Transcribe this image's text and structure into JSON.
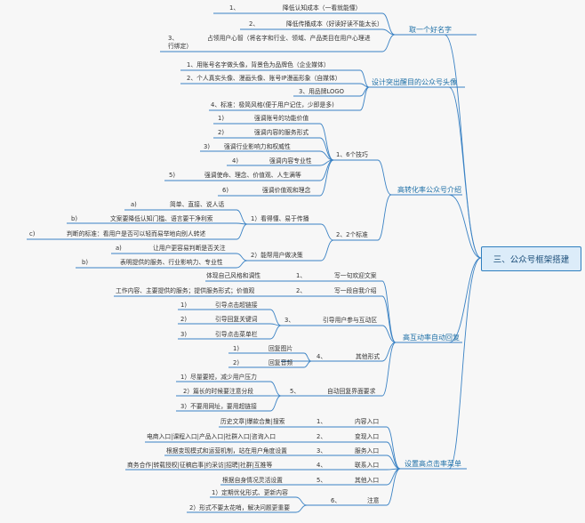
{
  "root": "三、公众号框架搭建",
  "categories": [
    {
      "label": "取一个好名字",
      "items": [
        {
          "num": "1、",
          "text": "降低认知成本（一看就能懂）"
        },
        {
          "num": "2、",
          "text": "降低传播成本（好读好读不能太长）"
        },
        {
          "num": "3、",
          "text": "占领用户心智（将名字和行业、领域、产品类目在用户心理进",
          "text2": "行绑定）"
        }
      ]
    },
    {
      "label": "设计突出醒目的公众号头像",
      "items": [
        "1、用账号名字做头像，背景色为品牌色（企业媒体）",
        "2、个人真实头像、漫画头像、账号IP漫画形象（自媒体）",
        "3、用品牌LOGO",
        "4、标准：极简风格(便于用户记住，少即是多)"
      ]
    },
    {
      "label": "高转化率公众号介绍",
      "groups": [
        {
          "label": "1、6个技巧",
          "items": [
            {
              "num": "1)",
              "text": "强调账号的功能价值"
            },
            {
              "num": "2)",
              "text": "强调内容的服务形式"
            },
            {
              "num": "3)",
              "text": "强调行业影响力和权威性"
            },
            {
              "num": "4)",
              "text": "强调内容专业性"
            },
            {
              "num": "5)",
              "text": "强调使命、理念、价值观、人生满等"
            },
            {
              "num": "6)",
              "text": "强调价值观和理念"
            }
          ]
        },
        {
          "label": "2、2个标准",
          "sub": [
            {
              "label": "1）看得懂、易于传播",
              "items": [
                {
                  "num": "a)",
                  "text": "简单、直接、说人话"
                },
                {
                  "num": "b)",
                  "text": "文案要降低认知门槛、语言要干净利索"
                },
                {
                  "num": "c)",
                  "text": "判断的标准：看用户是否可以轻而易举地向别人转述"
                }
              ]
            },
            {
              "label": "2）能帮用户做决策",
              "items": [
                {
                  "num": "a)",
                  "text": "让用户更容易判断是否关注"
                },
                {
                  "num": "b)",
                  "text": "表明提供的服务、行业影响力、专业性"
                }
              ]
            }
          ]
        }
      ]
    },
    {
      "label": "高互动率自动回复",
      "groups": [
        {
          "label": "1、",
          "label2": "写一句欢迎文案",
          "items": [
            {
              "text": "体现自己风格和调性"
            }
          ]
        },
        {
          "label": "2、",
          "label2": "写一段自我介绍",
          "items": [
            {
              "text": "工作内容、主要提供的服务；提供服务形式；价值观"
            }
          ]
        },
        {
          "label": "3、",
          "label2": "引导用户参与互动区",
          "items": [
            {
              "num": "1)",
              "text": "引导点击超链接"
            },
            {
              "num": "2)",
              "text": "引导回复关键词"
            },
            {
              "num": "3)",
              "text": "引导点击菜单栏"
            }
          ]
        },
        {
          "label": "4、",
          "label2": "其他形式",
          "items": [
            {
              "num": "1)",
              "text": "回复图片"
            },
            {
              "num": "2)",
              "text": "回复音频"
            }
          ]
        },
        {
          "label": "5、",
          "label2": "自动回复界面要求",
          "items": [
            {
              "text": "1）尽量要短，减少用户压力"
            },
            {
              "text": "2）篇长的时候要注意分段"
            },
            {
              "text": "3）不要用网址，要用超链接"
            }
          ]
        }
      ]
    },
    {
      "label": "设置高点击率菜单",
      "groups": [
        {
          "label": "1、",
          "label2": "内容入口",
          "text": "历史文章|爆款合集|搜索"
        },
        {
          "label": "2、",
          "label2": "变现入口",
          "text": "电商入口|课程入口|产品入口|社群入口|咨询入口"
        },
        {
          "label": "3、",
          "label2": "服务入口",
          "text": "根据变现模式和运营机制，站在用户角度设置"
        },
        {
          "label": "4、",
          "label2": "联系入口",
          "text": "商务合作|转载授权|征稿启事|约采访|招聘|社群|互推等"
        },
        {
          "label": "5、",
          "label2": "其他入口",
          "text": "根据自身情况灵活设置"
        },
        {
          "label": "6、",
          "label2": "注意",
          "items": [
            {
              "text": "1）定期优化形式、更新内容"
            },
            {
              "text": "2）形式不要太花哨，解决问题更重要"
            }
          ]
        }
      ]
    }
  ],
  "colors": {
    "line": "#2f7fbf",
    "accent": "#1b6ea6",
    "root_fill": "#dcecf9"
  }
}
